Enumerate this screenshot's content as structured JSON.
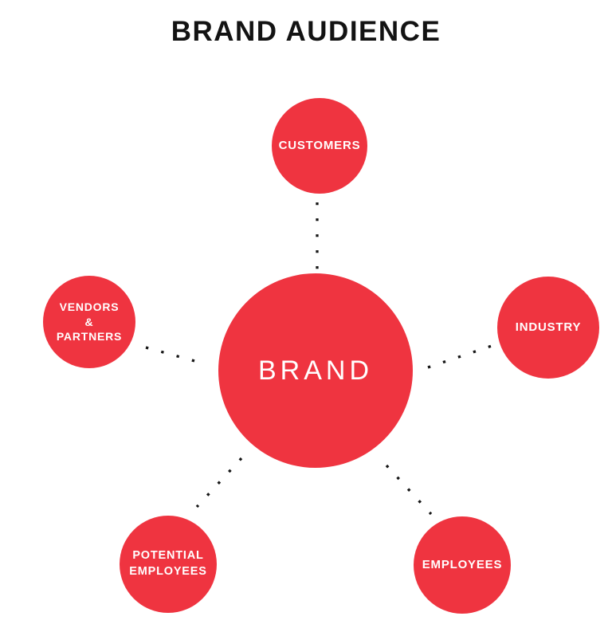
{
  "title": "BRAND AUDIENCE",
  "center": {
    "label": "BRAND"
  },
  "nodes": {
    "customers": {
      "lines": [
        "CUSTOMERS"
      ]
    },
    "industry": {
      "lines": [
        "INDUSTRY"
      ]
    },
    "vendors_partners": {
      "lines": [
        "VENDORS",
        "&",
        "PARTNERS"
      ]
    },
    "potential_employees": {
      "lines": [
        "POTENTIAL",
        "EMPLOYEES"
      ]
    },
    "employees": {
      "lines": [
        "EMPLOYEES"
      ]
    }
  },
  "colors": {
    "circle_red": "#EF3440",
    "label_white": "#FFFFFF",
    "title_black": "#131313",
    "dot_black": "#161616"
  }
}
